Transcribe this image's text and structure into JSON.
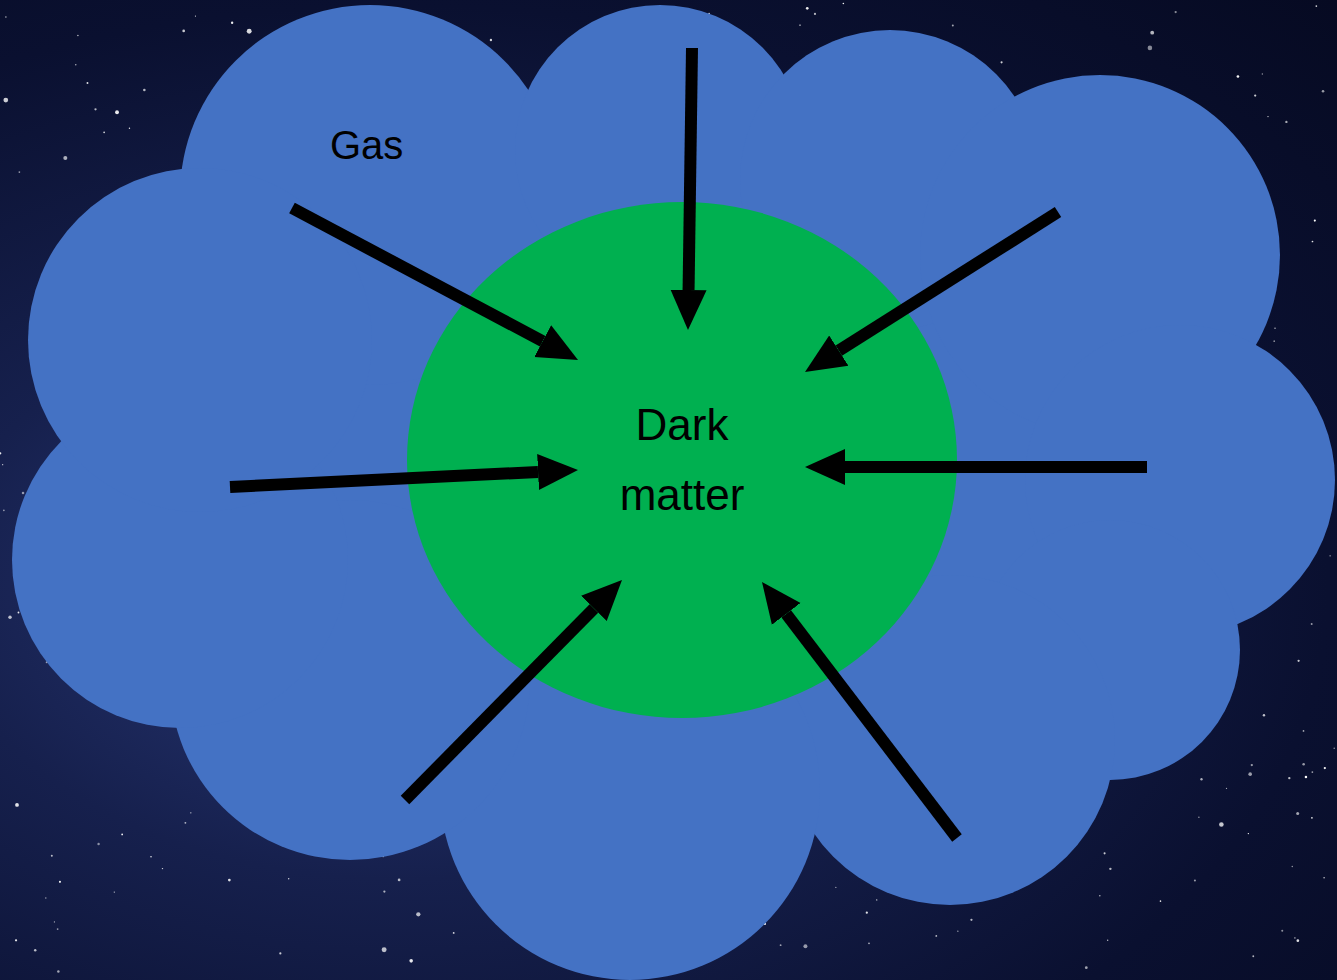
{
  "diagram": {
    "nodes": [
      {
        "text": [
          "Gas"
        ]
      },
      {
        "text": [
          "Dark matter"
        ],
        "in": 0
      }
    ],
    "edges": [
      {
        "from": 0,
        "to": 1,
        "arrow": "to"
      },
      {
        "from": 0,
        "to": 1,
        "arrow": "to"
      },
      {
        "from": 0,
        "to": 1,
        "arrow": "to"
      },
      {
        "from": 0,
        "to": 1,
        "arrow": "to"
      },
      {
        "from": 0,
        "to": 1,
        "arrow": "to"
      },
      {
        "from": 0,
        "to": 1,
        "arrow": "to"
      },
      {
        "from": 0,
        "to": 1,
        "arrow": "to"
      }
    ]
  }
}
